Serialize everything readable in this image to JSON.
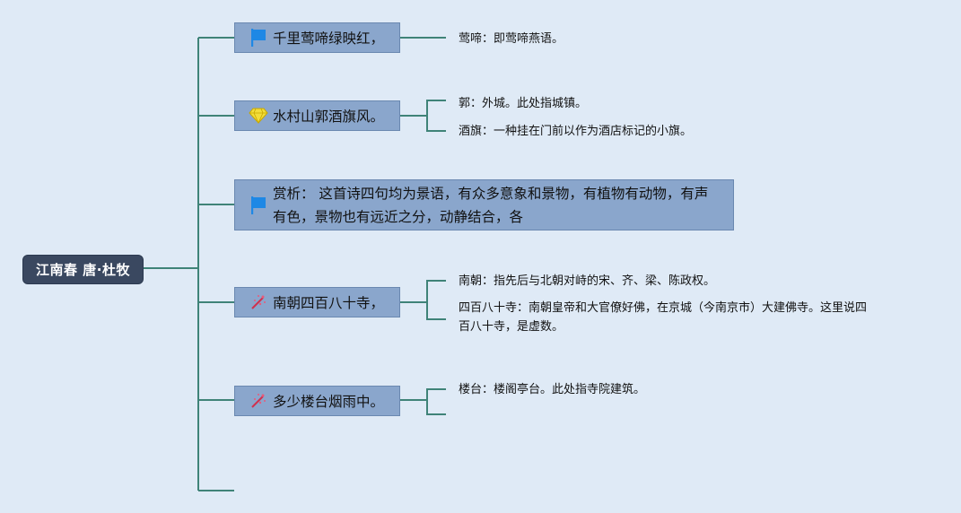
{
  "root": {
    "label": "江南春 唐·杜牧"
  },
  "topics": [
    {
      "id": "t1",
      "icon": "flag-icon",
      "label": "千里莺啼绿映红，",
      "notes": [
        "莺啼：即莺啼燕语。"
      ]
    },
    {
      "id": "t2",
      "icon": "diamond-icon",
      "label": "水村山郭酒旗风。",
      "notes": [
        "郭：外城。此处指城镇。",
        "酒旗：一种挂在门前以作为酒店标记的小旗。"
      ]
    },
    {
      "id": "t3",
      "icon": "flag-icon",
      "label": "赏析： 这首诗四句均为景语，有众多意象和景物，有植物有动物，有声有色，景物也有远近之分，动静结合，各",
      "line1": "赏析： 这首诗四句均为景语，有众多意象和景物，有植物有动物，有声",
      "line2": "有色，景物也有远近之分，动静结合，各",
      "notes": []
    },
    {
      "id": "t4",
      "icon": "sparkle-icon",
      "label": "南朝四百八十寺，",
      "notes": [
        "南朝：指先后与北朝对峙的宋、齐、梁、陈政权。",
        "四百八十寺：南朝皇帝和大官僚好佛，在京城（今南京市）大建佛寺。这里说四",
        "百八十寺，是虚数。"
      ]
    },
    {
      "id": "t5",
      "icon": "sparkle-icon",
      "label": "多少楼台烟雨中。",
      "notes": [
        "楼台：楼阁亭台。此处指寺院建筑。"
      ]
    }
  ],
  "colors": {
    "background": "#dfeaf6",
    "root_fill": "#3a4860",
    "topic_fill": "#8aa6cc",
    "connector": "#3f8378",
    "flag": "#1e88e5",
    "diamond": "#e8d21c",
    "sparkle": "#d0314f"
  }
}
